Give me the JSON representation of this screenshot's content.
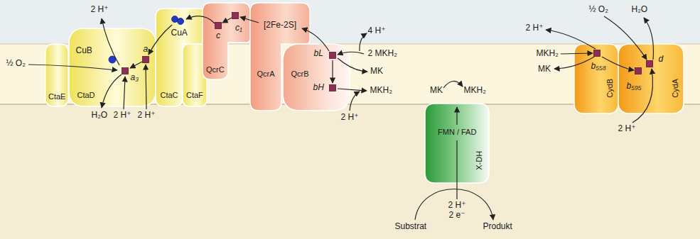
{
  "diagram": {
    "nodes": [
      {
        "text": [
          "CtaE"
        ]
      },
      {
        "text": [
          "CtaD"
        ]
      },
      {
        "text": [
          "CtaC"
        ]
      },
      {
        "text": [
          "CtaF"
        ]
      },
      {
        "text": [
          "QcrC"
        ]
      },
      {
        "text": [
          "QcrA"
        ]
      },
      {
        "text": [
          "QcrB"
        ]
      },
      {
        "text": [
          "FMN / FAD",
          "X-DH"
        ]
      },
      {
        "text": [
          "CydB"
        ]
      },
      {
        "text": [
          "CydA"
        ]
      }
    ],
    "labels": [
      "2 H⁺",
      "CuB",
      "a",
      "a₃",
      "½ O₂",
      "H₂O",
      "2 H⁺",
      "2 H⁺",
      "CuA",
      "c",
      "c₁",
      "[2Fe-2S]",
      "bL",
      "bH",
      "4 H⁺",
      "2 MKH₂",
      "MK",
      "MKH₂",
      "2 H⁺",
      "MK",
      "MKH₂",
      "2 H⁺",
      "2 e⁻",
      "Substrat",
      "Produkt",
      "2 H⁺",
      "MKH₂",
      "MK",
      "½ O₂",
      "H₂O",
      "b₅₅₈",
      "b₅₉₅",
      "d",
      "2 H⁺"
    ]
  }
}
